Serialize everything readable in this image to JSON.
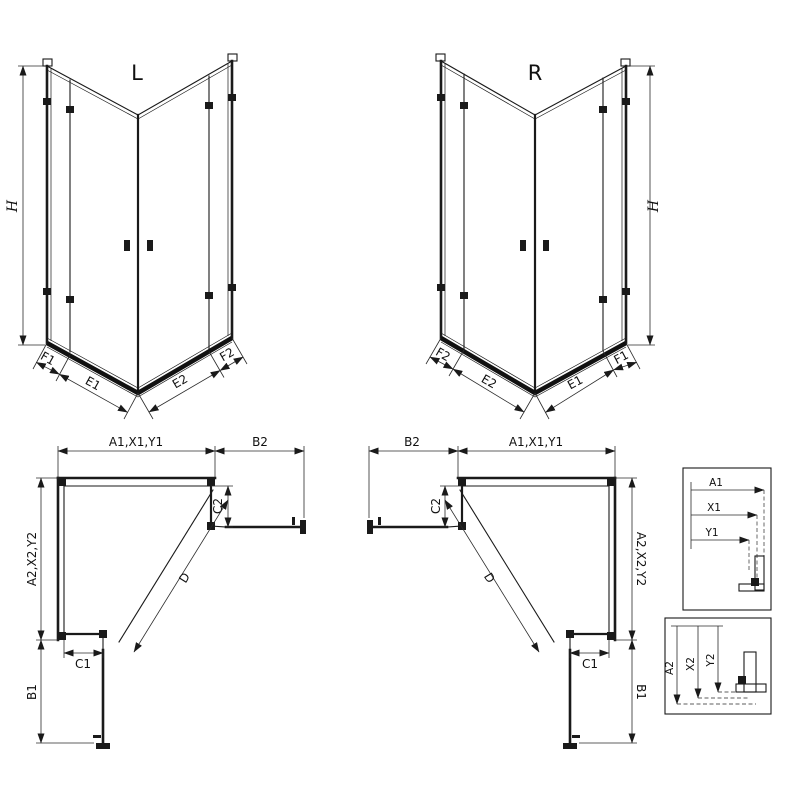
{
  "colors": {
    "line": "#1a1a1a",
    "background": "#ffffff"
  },
  "front_left": {
    "label": "L",
    "height": "H",
    "left_dims": [
      "F1",
      "E1"
    ],
    "right_dims": [
      "E2",
      "F2"
    ]
  },
  "front_right": {
    "label": "R",
    "height": "H",
    "left_dims": [
      "F2",
      "E2"
    ],
    "right_dims": [
      "E1",
      "F1"
    ]
  },
  "plan_left": {
    "width": "A1,X1,Y1",
    "top_door": "B2",
    "depth": "A2,X2,Y2",
    "side_door": "B1",
    "top_fixed": "C2",
    "side_fixed": "C1",
    "diagonal": "D"
  },
  "plan_right": {
    "width": "A1,X1,Y1",
    "top_door": "B2",
    "depth": "A2,X2,Y2",
    "side_door": "B1",
    "top_fixed": "C2",
    "side_fixed": "C1",
    "diagonal": "D"
  },
  "detail_horizontal": {
    "dims": [
      "A1",
      "X1",
      "Y1"
    ]
  },
  "detail_vertical": {
    "dims": [
      "A2",
      "X2",
      "Y2"
    ]
  }
}
